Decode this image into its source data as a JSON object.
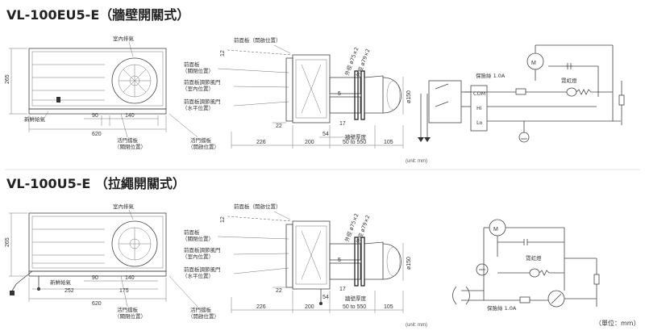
{
  "top": {
    "title": "VL-100EU5-E（牆壁開關式）",
    "front": {
      "label_exhaust": "室內排氣",
      "label_intake": "新鮮給氣",
      "dim_height": "265",
      "dim_90": "90",
      "dim_140": "140",
      "dim_620": "620",
      "label_flap_closed": "活門擋板\n（關閉位置）",
      "label_flap_open": "活門擋板\n（開啟位置）"
    },
    "side": {
      "label_front_panel_open": "前面板（開啟位置）",
      "label_front_panel_closed": "前面板\n（關閉位置）",
      "label_louver_indoor": "前面板調節風門\n（室內位置）",
      "label_louver_horizontal": "前面板調節風門\n（水平位置）",
      "dim_12": "12",
      "dim_22": "22",
      "dim_5": "5",
      "dim_17": "17",
      "dim_54": "54",
      "dim_226": "226",
      "dim_200": "200",
      "dim_wall": "50 to 550",
      "dim_105": "105",
      "label_wall": "牆壁厚度",
      "label_outer1": "外徑 ø75×2",
      "label_outer2": "外徑 ø79×2",
      "dim_dia": "ø150",
      "unit": "(unit: mm)"
    },
    "circuit": {
      "fuse": "保險絲 1.0A",
      "motor": "M",
      "lamp": "霓虹燈",
      "com": "COM",
      "hi": "Hi",
      "lo": "Lo"
    }
  },
  "bottom": {
    "title": "VL-100U5-E （拉繩開關式）",
    "front": {
      "label_exhaust": "室內排氣",
      "label_intake": "新鮮給氣",
      "dim_height": "265",
      "dim_90": "90",
      "dim_140": "140",
      "dim_252": "252",
      "dim_175": "175",
      "dim_620": "620",
      "label_flap_closed": "活門擋板\n（關閉位置）",
      "label_flap_open": "活門擋板\n（開啟位置）"
    },
    "side": {
      "label_front_panel_open": "前面板（開啟位置）",
      "label_front_panel_closed": "前面板\n（關閉位置）",
      "label_louver_indoor": "前面板調節風門\n（室內位置）",
      "label_louver_horizontal": "前面板調節風門\n（水平位置）",
      "dim_12": "12",
      "dim_22": "22",
      "dim_5": "5",
      "dim_17": "17",
      "dim_54": "54",
      "dim_226": "226",
      "dim_200": "200",
      "dim_wall": "50 to 550",
      "dim_105": "105",
      "label_wall": "牆壁厚度",
      "label_outer1": "外徑 ø75×2",
      "label_outer2": "外徑 ø79×2",
      "dim_dia": "ø150",
      "unit": "(unit: mm)"
    },
    "circuit": {
      "fuse": "保險絲 1.0A",
      "motor": "M",
      "lamp": "霓虹燈",
      "unit": "（單位：mm）"
    }
  }
}
